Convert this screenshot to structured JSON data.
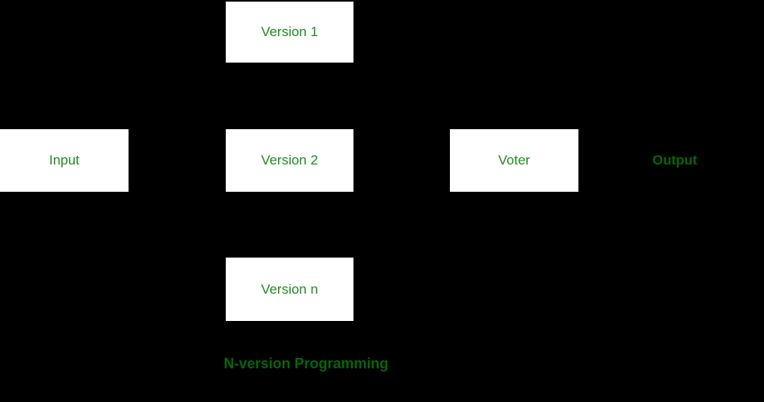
{
  "diagram": {
    "nodes": [
      {
        "id": "input",
        "label": "Input"
      },
      {
        "id": "version-1",
        "label": "Version 1"
      },
      {
        "id": "version-2",
        "label": "Version 2"
      },
      {
        "id": "version-n",
        "label": "Version n"
      },
      {
        "id": "voter",
        "label": "Voter"
      }
    ],
    "output_label": "Output",
    "caption": "N-version Programming",
    "colors": {
      "background": "#000000",
      "node_fill": "#ffffff",
      "node_label_green": "#228b22",
      "accent_text_green": "#076608"
    }
  }
}
